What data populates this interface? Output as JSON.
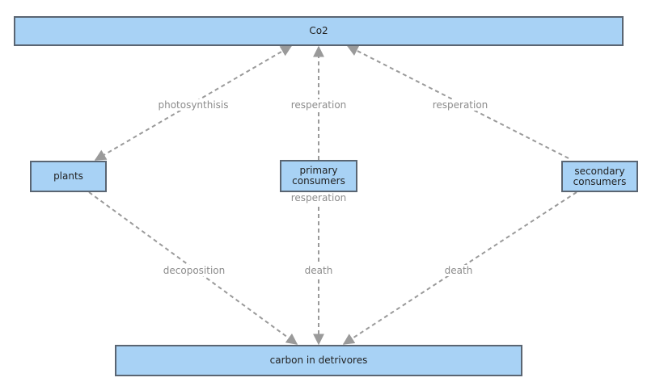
{
  "nodes": {
    "co2": "Co2",
    "plants": "plants",
    "primary_consumers": "primary consumers",
    "secondary_consumers": "secondary consumers",
    "carbon_in_detrivores": "carbon in detrivores"
  },
  "edges": {
    "plants_co2": "photosynthisis",
    "primary_co2": "resperation",
    "secondary_co2": "resperation",
    "primary_below": "resperation",
    "plants_carbon": "decoposition",
    "primary_carbon": "death",
    "secondary_carbon": "death"
  },
  "colors": {
    "node_fill": "#a8d2f5",
    "node_border": "#5a6572",
    "edge": "#9a9a9a",
    "label": "#8c8c8c"
  }
}
